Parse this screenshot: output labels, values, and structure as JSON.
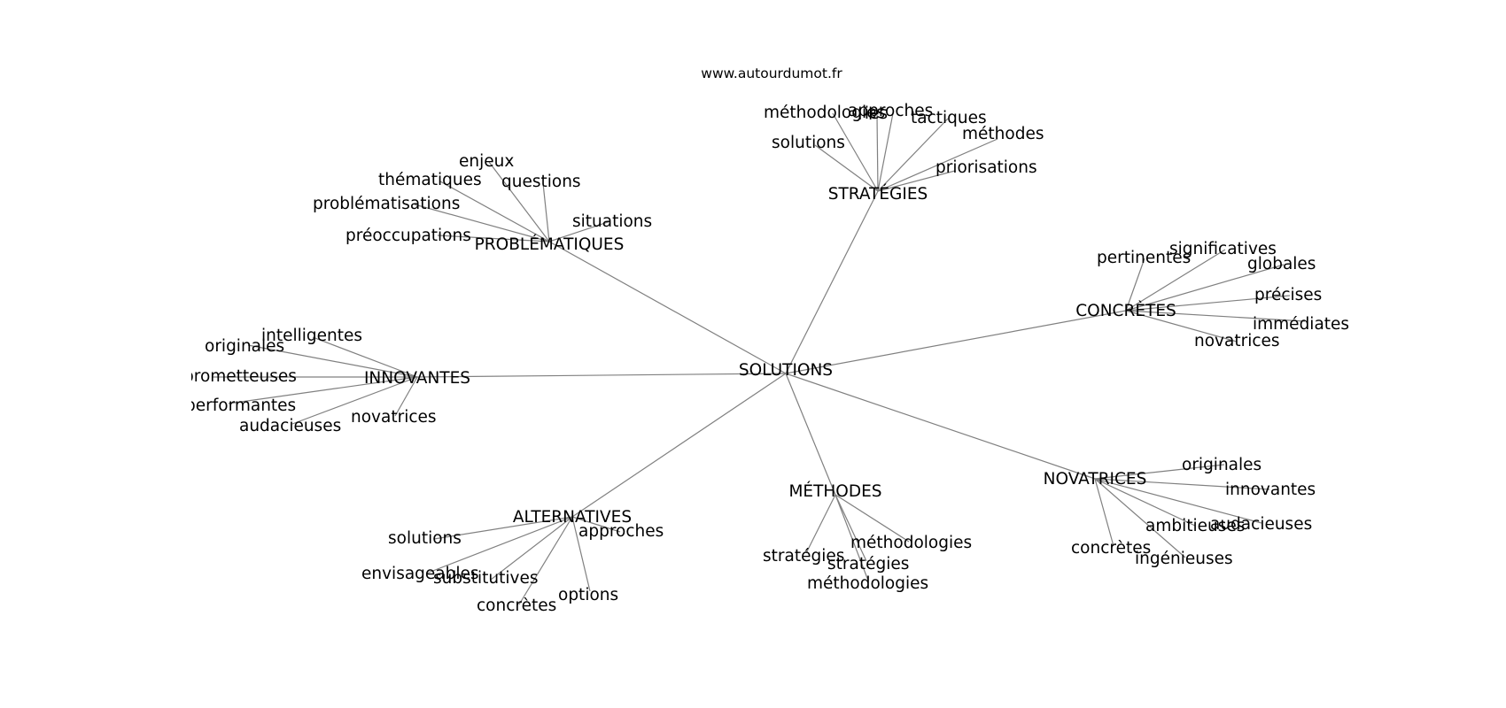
{
  "site": "www.autourdumot.fr",
  "colors": {
    "edge": "#808080",
    "text": "#000000",
    "background": "#ffffff"
  },
  "root": {
    "id": "solutions",
    "label": "SOLUTIONS"
  },
  "hubs": [
    {
      "id": "strategies",
      "label": "STRATÉGIES",
      "leaves": [
        {
          "id": "methodologies",
          "label": "méthodologies"
        },
        {
          "id": "approches",
          "label": "approches"
        },
        {
          "id": "ies",
          "label": "ies"
        },
        {
          "id": "tactiques",
          "label": "tactiques"
        },
        {
          "id": "methodes",
          "label": "méthodes"
        },
        {
          "id": "solutions",
          "label": "solutions"
        },
        {
          "id": "priorisations",
          "label": "priorisations"
        }
      ]
    },
    {
      "id": "problematiques",
      "label": "PROBLÉMATIQUES",
      "leaves": [
        {
          "id": "enjeux",
          "label": "enjeux"
        },
        {
          "id": "thematiques",
          "label": "thématiques"
        },
        {
          "id": "questions",
          "label": "questions"
        },
        {
          "id": "problematisations",
          "label": "problématisations"
        },
        {
          "id": "situations",
          "label": "situations"
        },
        {
          "id": "preoccupations",
          "label": "préoccupations"
        }
      ]
    },
    {
      "id": "concretes",
      "label": "CONCRÈTES",
      "leaves": [
        {
          "id": "pertinentes",
          "label": "pertinentes"
        },
        {
          "id": "significatives",
          "label": "significatives"
        },
        {
          "id": "globales",
          "label": "globales"
        },
        {
          "id": "precises",
          "label": "précises"
        },
        {
          "id": "immediates",
          "label": "immédiates"
        },
        {
          "id": "novatrices",
          "label": "novatrices"
        }
      ]
    },
    {
      "id": "innovantes",
      "label": "INNOVANTES",
      "leaves": [
        {
          "id": "intelligentes",
          "label": "intelligentes"
        },
        {
          "id": "originales",
          "label": "originales"
        },
        {
          "id": "prometteuses",
          "label": "prometteuses"
        },
        {
          "id": "performantes",
          "label": "performantes"
        },
        {
          "id": "audacieuses",
          "label": "audacieuses"
        },
        {
          "id": "novatrices",
          "label": "novatrices"
        }
      ]
    },
    {
      "id": "novatrices",
      "label": "NOVATRICES",
      "leaves": [
        {
          "id": "originales",
          "label": "originales"
        },
        {
          "id": "innovantes",
          "label": "innovantes"
        },
        {
          "id": "audacieuses",
          "label": "audacieuses"
        },
        {
          "id": "ambitieuses",
          "label": "ambitieuses"
        },
        {
          "id": "concretes",
          "label": "concrètes"
        },
        {
          "id": "ingenieuses",
          "label": "ingénieuses"
        }
      ]
    },
    {
      "id": "methodes",
      "label": "MÉTHODES",
      "leaves": [
        {
          "id": "strategies-1",
          "label": "stratégies"
        },
        {
          "id": "methodologies-1",
          "label": "méthodologies"
        },
        {
          "id": "strategies-2",
          "label": "stratégies"
        },
        {
          "id": "methodologies-2",
          "label": "méthodologies"
        }
      ]
    },
    {
      "id": "alternatives",
      "label": "ALTERNATIVES",
      "leaves": [
        {
          "id": "solutions",
          "label": "solutions"
        },
        {
          "id": "approches",
          "label": "approches"
        },
        {
          "id": "envisageables",
          "label": "envisageables"
        },
        {
          "id": "substitutives",
          "label": "substitutives"
        },
        {
          "id": "options",
          "label": "options"
        },
        {
          "id": "concretes",
          "label": "concrètes"
        }
      ]
    }
  ]
}
